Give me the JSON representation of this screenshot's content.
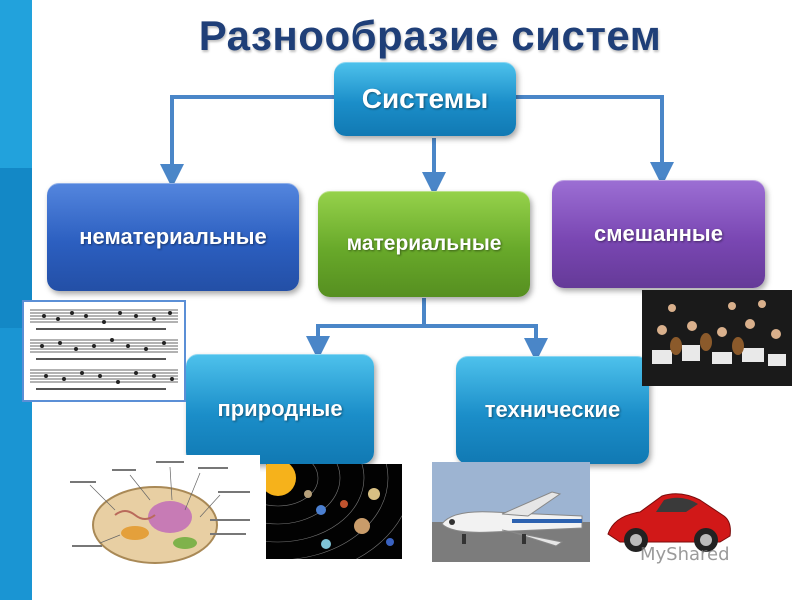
{
  "title": "Разнообразие систем",
  "nodes": {
    "root": "Системы",
    "nonmaterial": "нематериальные",
    "material": "материальные",
    "mixed": "смешанные",
    "natural": "природные",
    "technical": "технические"
  },
  "images": {
    "music": "sheet-music-image",
    "orchestra": "orchestra-image",
    "cell": "biological-cell-image",
    "solar_system": "solar-system-image",
    "airplane": "airplane-image",
    "car": "red-car-image"
  },
  "watermark": "MyShared",
  "colors": {
    "title": "#1f3f78",
    "blue_box": "#1b8ec9",
    "nonmaterial_box": "#2c5fc0",
    "material_box": "#68a92a",
    "mixed_box": "#7a47b3",
    "arrow": "#4a86c8",
    "side_bar": "#22a2dc"
  }
}
